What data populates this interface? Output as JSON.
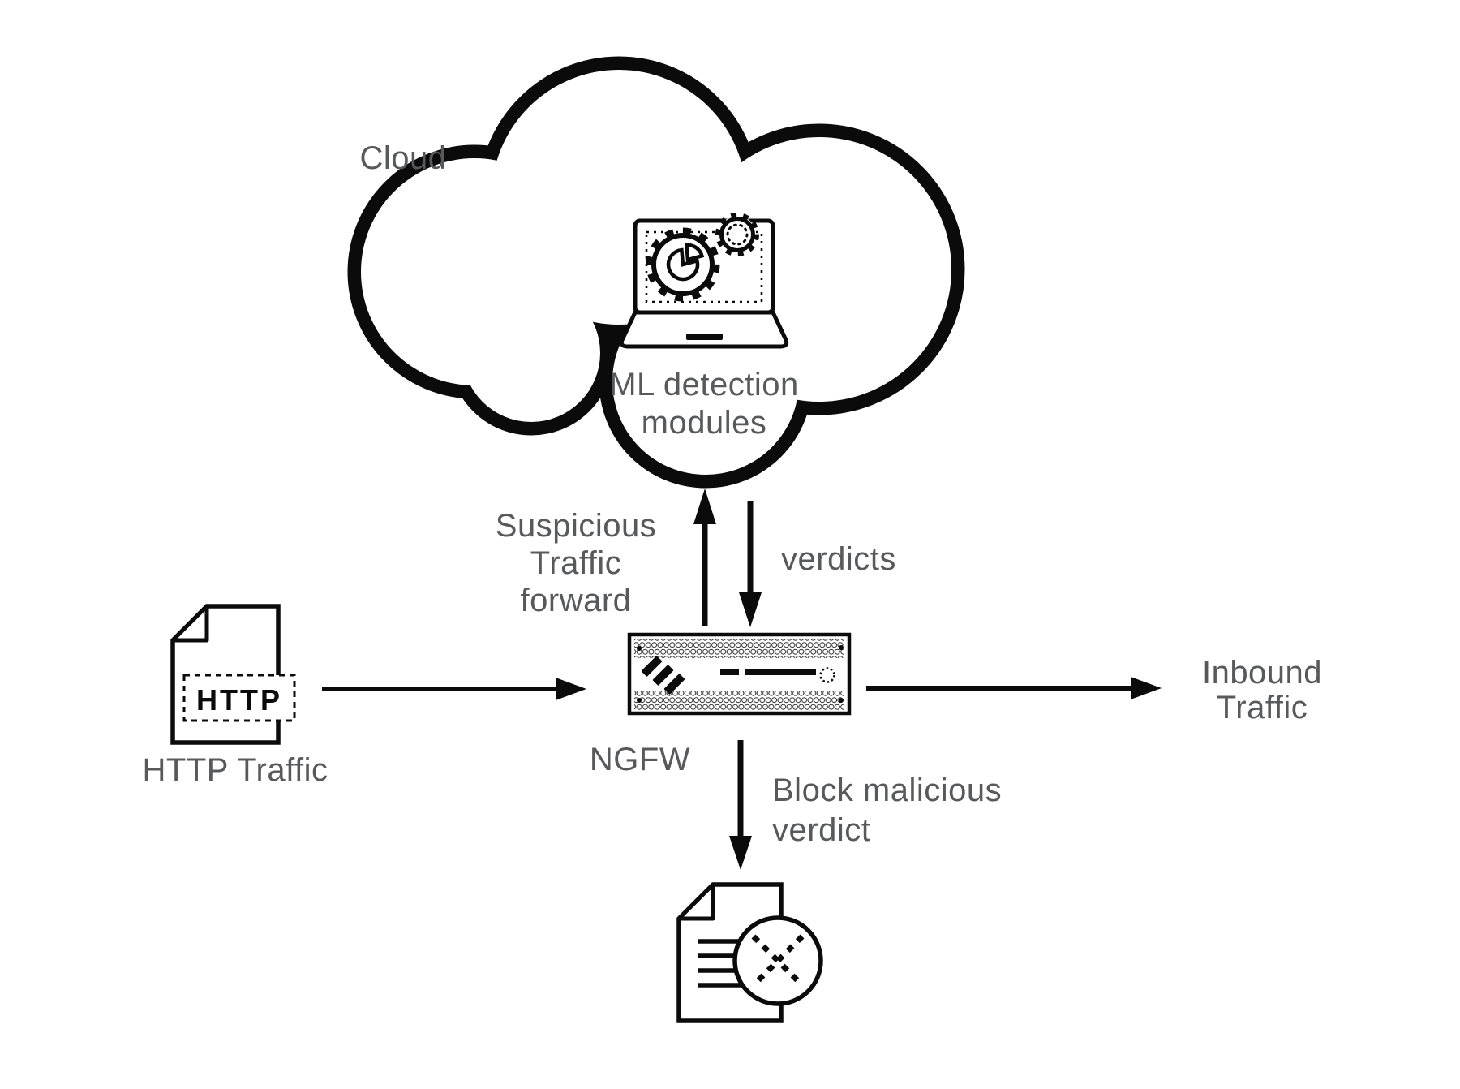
{
  "colors": {
    "ink": "#0b0b0b",
    "label_gray": "#58595b",
    "background": "#ffffff"
  },
  "diagram": {
    "cloud": {
      "label": "Cloud"
    },
    "ml_module": {
      "icon": "laptop-gears-icon",
      "label_line1": "ML detection",
      "label_line2": "modules"
    },
    "ngfw": {
      "icon": "firewall-appliance-icon",
      "label": "NGFW"
    },
    "http_source": {
      "icon": "http-document-icon",
      "doc_text": "HTTP",
      "label": "HTTP Traffic"
    },
    "blocked_file": {
      "icon": "blocked-document-icon"
    },
    "flows": {
      "suspicious_line1": "Suspicious",
      "suspicious_line2": "Traffic",
      "suspicious_line3": "forward",
      "verdicts": "verdicts",
      "block_line1": "Block malicious",
      "block_line2": "verdict",
      "inbound_line1": "Inbound",
      "inbound_line2": "Traffic"
    }
  }
}
